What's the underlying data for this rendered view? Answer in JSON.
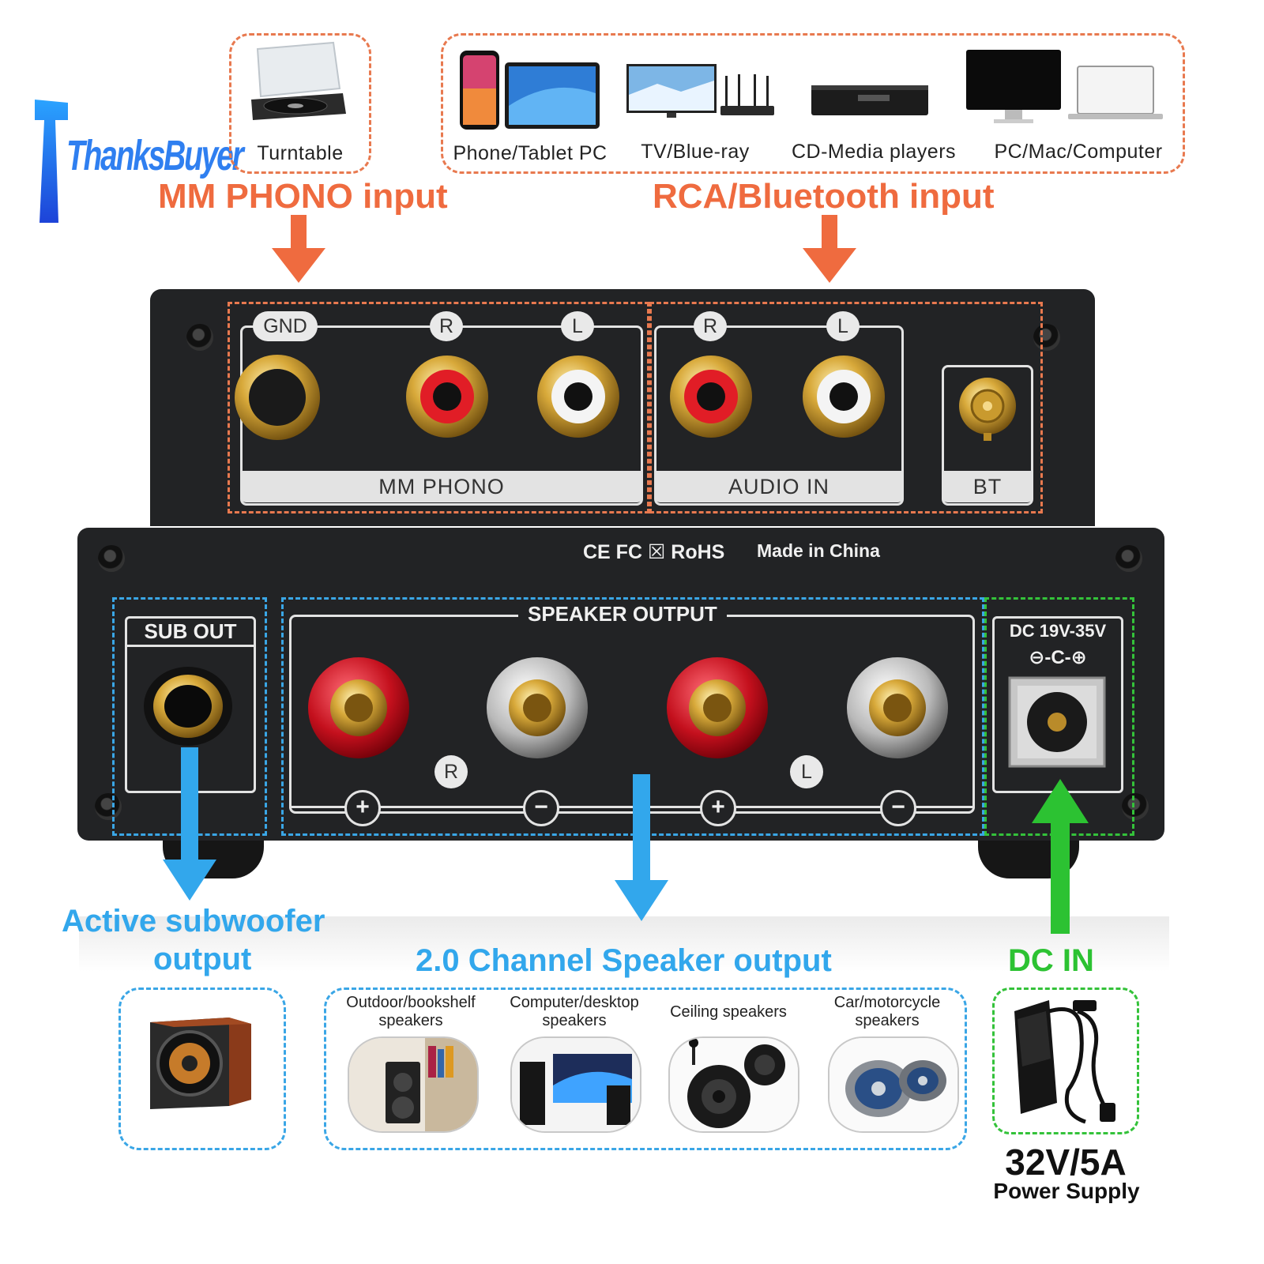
{
  "brand": {
    "name": "ThanksBuyer"
  },
  "colors": {
    "orange": "#ef6b3f",
    "blue": "#32a7ec",
    "green": "#2cc232",
    "panel": "#222325"
  },
  "sources": {
    "turntable": "Turntable",
    "phone_tablet": "Phone/Tablet PC",
    "tv_bluray": "TV/Blue-ray",
    "cd_media": "CD-Media players",
    "pc_mac": "PC/Mac/Computer"
  },
  "headings": {
    "mm_phono_input": "MM PHONO input",
    "rca_bt_input": "RCA/Bluetooth input",
    "active_sub": "Active subwoofer",
    "active_sub_line2": "output",
    "speaker_output": "2.0 Channel Speaker output",
    "dc_in": "DC IN"
  },
  "panel": {
    "gnd": "GND",
    "r": "R",
    "l": "L",
    "mm_phono": "MM PHONO",
    "audio_in": "AUDIO IN",
    "bt": "BT",
    "certs": "CE FC ☒ RoHS",
    "made_in": "Made in China",
    "sub_out": "SUB OUT",
    "speaker_output": "SPEAKER OUTPUT",
    "dc_range": "DC 19V-35V",
    "polarity": "⊖-C-⊕",
    "plus": "+",
    "minus": "−"
  },
  "speakers": {
    "outdoor_l1": "Outdoor/bookshelf",
    "outdoor_l2": "speakers",
    "computer_l1": "Computer/desktop",
    "computer_l2": "speakers",
    "ceiling": "Ceiling speakers",
    "car_l1": "Car/motorcycle",
    "car_l2": "speakers"
  },
  "power": {
    "rating": "32V/5A",
    "label": "Power Supply"
  }
}
